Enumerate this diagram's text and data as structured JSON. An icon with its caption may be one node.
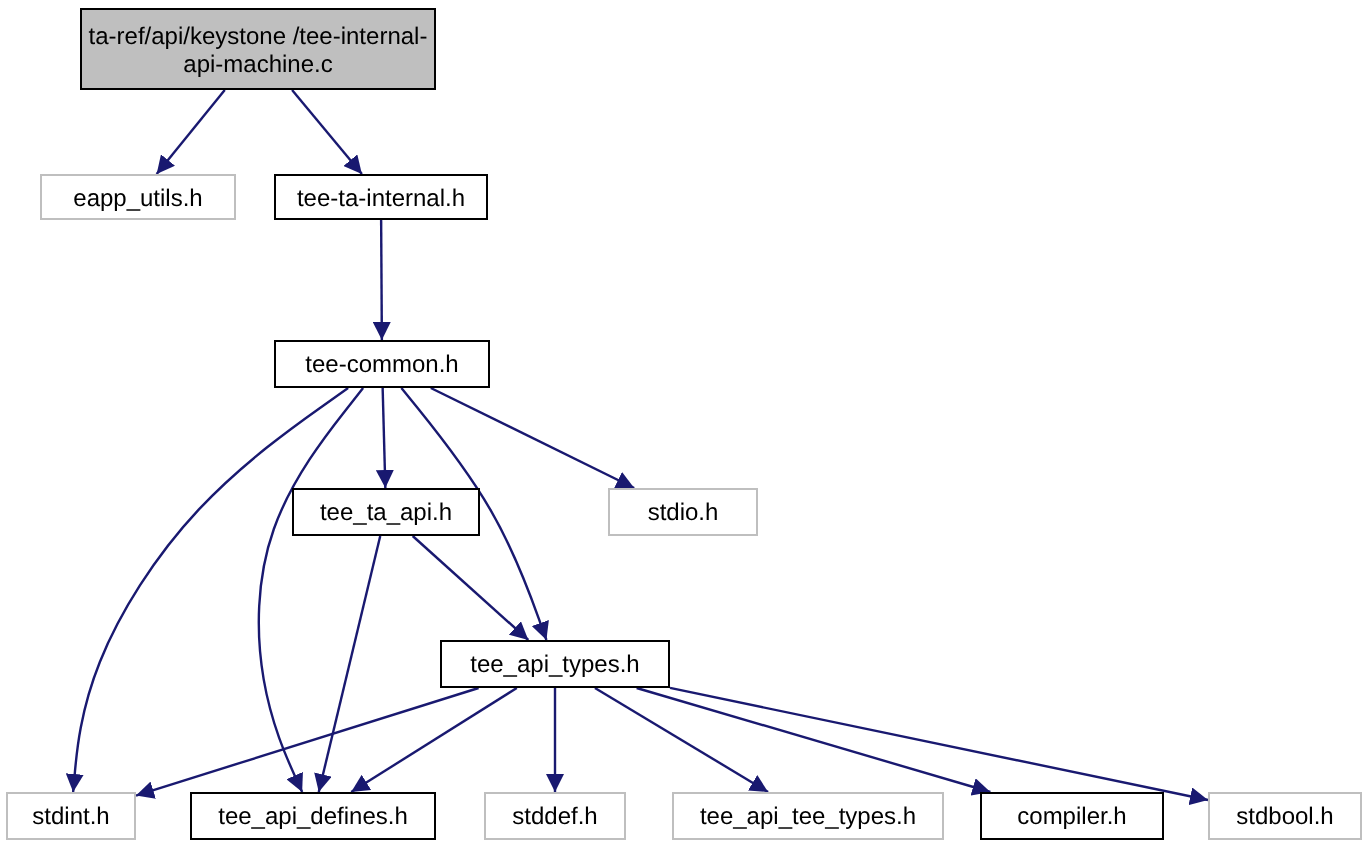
{
  "diagram": {
    "nodes": [
      {
        "text": [
          "ta-ref/api/keystone /tee-internal-api-machine.c"
        ]
      },
      {
        "text": [
          "eapp_utils.h"
        ]
      },
      {
        "text": [
          "tee-ta-internal.h"
        ]
      },
      {
        "text": [
          "tee-common.h"
        ]
      },
      {
        "text": [
          "tee_ta_api.h"
        ]
      },
      {
        "text": [
          "stdio.h"
        ]
      },
      {
        "text": [
          "tee_api_types.h"
        ]
      },
      {
        "text": [
          "stdint.h"
        ]
      },
      {
        "text": [
          "tee_api_defines.h"
        ]
      },
      {
        "text": [
          "stddef.h"
        ]
      },
      {
        "text": [
          "tee_api_tee_types.h"
        ]
      },
      {
        "text": [
          "compiler.h"
        ]
      },
      {
        "text": [
          "stdbool.h"
        ]
      }
    ],
    "edges": [
      {
        "from": 0,
        "to": 1,
        "arrow": "to"
      },
      {
        "from": 0,
        "to": 2,
        "arrow": "to"
      },
      {
        "from": 2,
        "to": 3,
        "arrow": "to"
      },
      {
        "from": 3,
        "to": 4,
        "arrow": "to"
      },
      {
        "from": 3,
        "to": 5,
        "arrow": "to"
      },
      {
        "from": 3,
        "to": 6,
        "arrow": "to"
      },
      {
        "from": 3,
        "to": 7,
        "arrow": "to"
      },
      {
        "from": 3,
        "to": 8,
        "arrow": "to"
      },
      {
        "from": 4,
        "to": 6,
        "arrow": "to"
      },
      {
        "from": 4,
        "to": 8,
        "arrow": "to"
      },
      {
        "from": 6,
        "to": 7,
        "arrow": "to"
      },
      {
        "from": 6,
        "to": 8,
        "arrow": "to"
      },
      {
        "from": 6,
        "to": 9,
        "arrow": "to"
      },
      {
        "from": 6,
        "to": 10,
        "arrow": "to"
      },
      {
        "from": 6,
        "to": 11,
        "arrow": "to"
      },
      {
        "from": 6,
        "to": 12,
        "arrow": "to"
      }
    ]
  }
}
